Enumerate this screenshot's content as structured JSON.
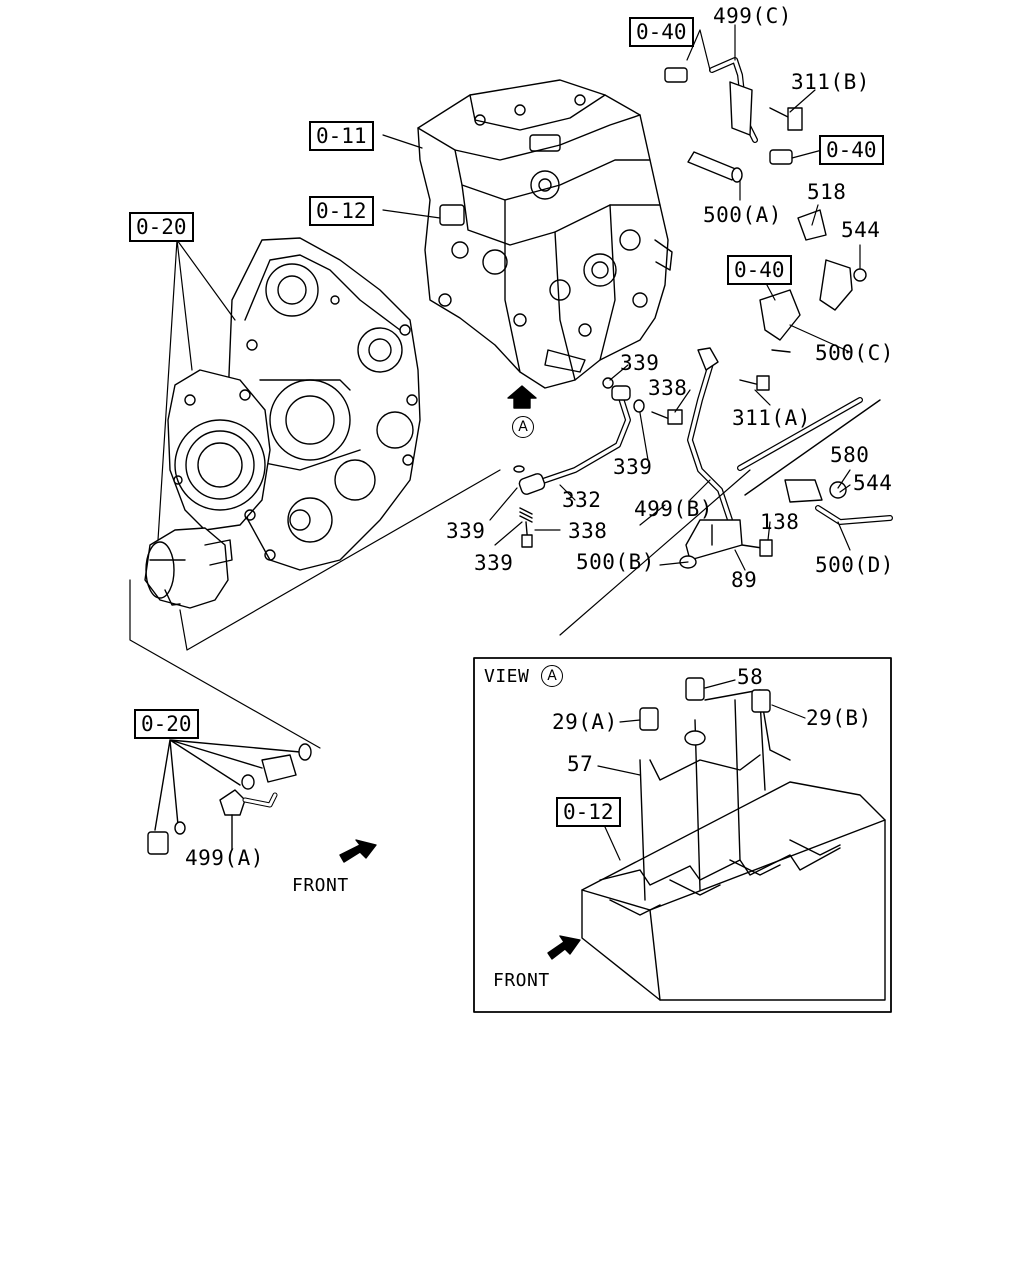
{
  "refs": {
    "ref_040_top": "0-40",
    "ref_040_right": "0-40",
    "ref_011": "0-11",
    "ref_012": "0-12",
    "ref_020_top": "0-20",
    "ref_040_mid": "0-40",
    "ref_020_bottom": "0-20",
    "ref_012_view": "0-12"
  },
  "parts": {
    "p499c": "499(C)",
    "p311b": "311(B)",
    "p500a": "500(A)",
    "p518": "518",
    "p544_top": "544",
    "p500c": "500(C)",
    "p339_a": "339",
    "p338_a": "338",
    "p311a": "311(A)",
    "p339_b": "339",
    "p332": "332",
    "p580": "580",
    "p544_mid": "544",
    "p499b": "499(B)",
    "p138": "138",
    "p339_c": "339",
    "p338_b": "338",
    "p339_d": "339",
    "p500b": "500(B)",
    "p89": "89",
    "p500d": "500(D)",
    "p499a": "499(A)",
    "p58": "58",
    "p29a": "29(A)",
    "p29b": "29(B)",
    "p57": "57"
  },
  "view_marker": "A",
  "view_marker_small": "A",
  "view_title": "VIEW",
  "front_label_main": "FRONT",
  "front_label_view": "FRONT"
}
